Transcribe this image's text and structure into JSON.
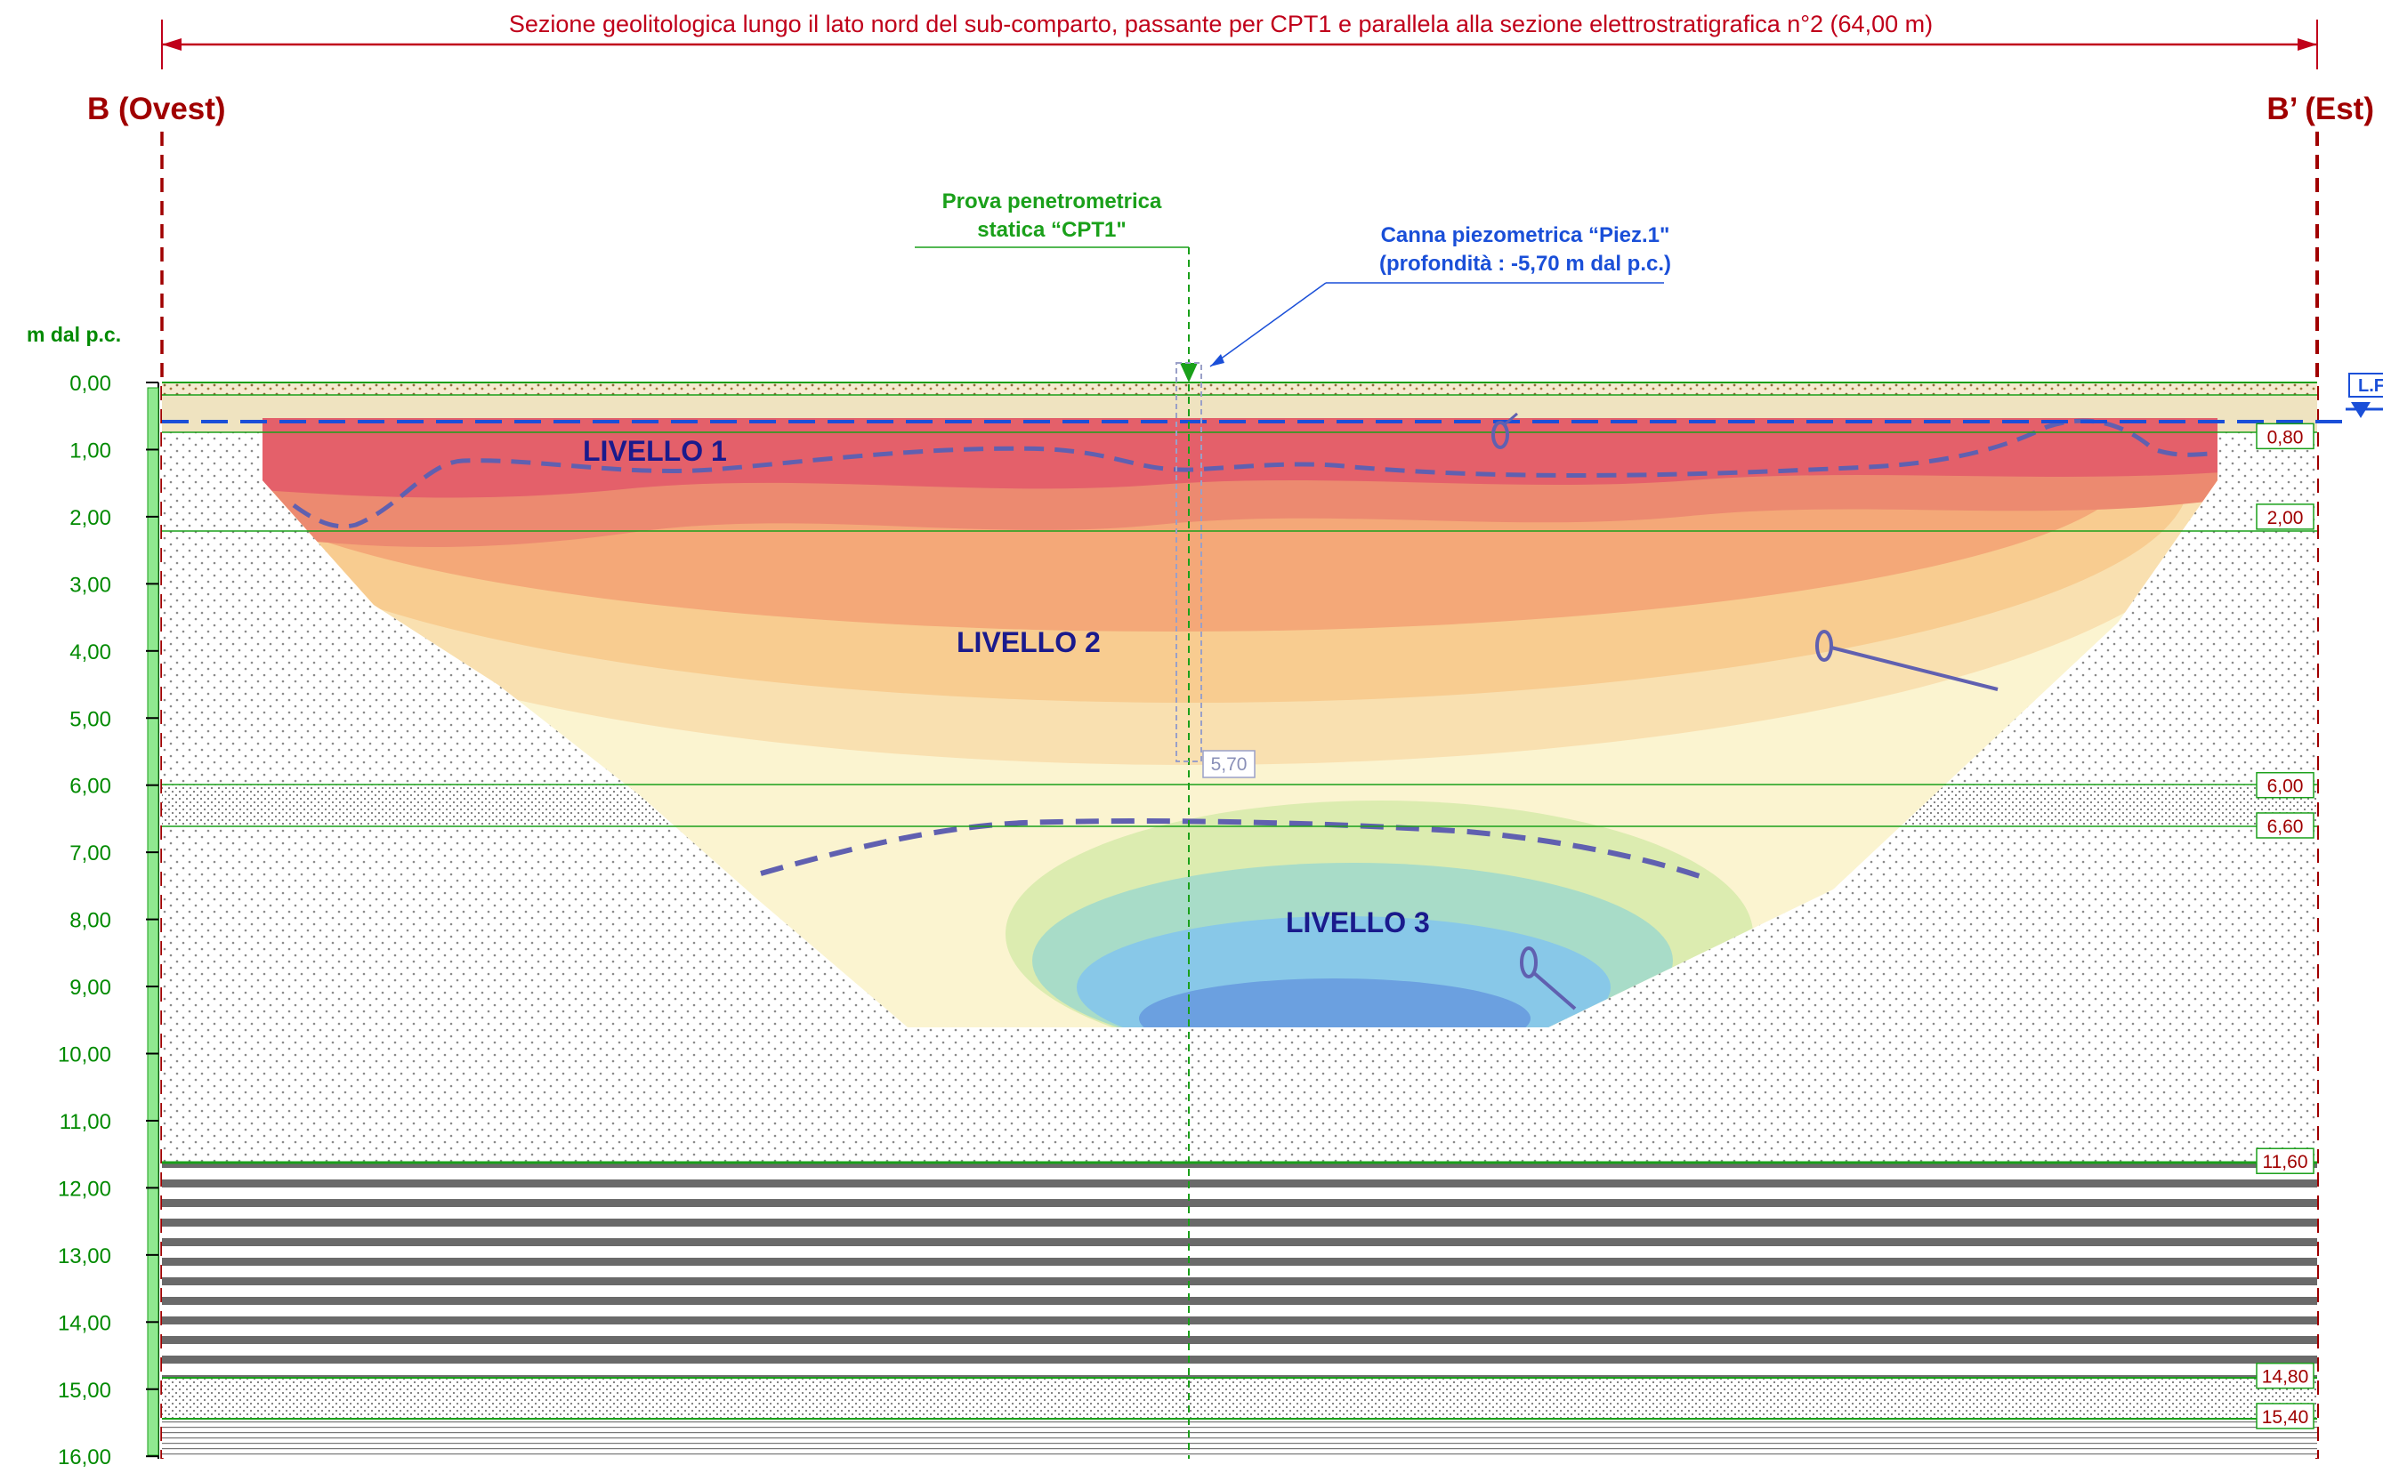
{
  "header": {
    "title": "Sezione geolitologica lungo il lato nord del sub-comparto, passante per CPT1 e parallela alla sezione elettrostratigrafica n°2 (64,00 m)",
    "left_end": "B (Ovest)",
    "right_end": "B’ (Est)"
  },
  "depth_axis": {
    "unit_label": "m dal p.c.",
    "ticks": [
      "0,00",
      "1,00",
      "2,00",
      "3,00",
      "4,00",
      "5,00",
      "6,00",
      "7,00",
      "8,00",
      "9,00",
      "10,00",
      "11,00",
      "12,00",
      "13,00",
      "14,00",
      "15,00",
      "16,00"
    ]
  },
  "instruments": {
    "cpt_label_line1": "Prova penetrometrica",
    "cpt_label_line2": "statica “CPT1\"",
    "piezo_label_line1": "Canna piezometrica “Piez.1\"",
    "piezo_label_line2": "(profondità : -5,70 m dal p.c.)",
    "piezo_depth": "5,70",
    "water_table_label": "L.F."
  },
  "layer_boundaries": [
    {
      "depth": 0.8,
      "label": "0,80"
    },
    {
      "depth": 2.0,
      "label": "2,00"
    },
    {
      "depth": 6.0,
      "label": "6,00"
    },
    {
      "depth": 6.6,
      "label": "6,60"
    },
    {
      "depth": 11.6,
      "label": "11,60"
    },
    {
      "depth": 14.8,
      "label": "14,80"
    },
    {
      "depth": 15.4,
      "label": "15,40"
    }
  ],
  "resistivity_levels": [
    "LIVELLO  1",
    "LIVELLO  2",
    "LIVELLO  3"
  ],
  "colors": {
    "title_red": "#c0001a",
    "boundary_red": "#a00000",
    "axis_green": "#008a00",
    "grid_green": "#1aa01a",
    "piezo_blue": "#1a4fd8",
    "level_navy": "#1a1a8c",
    "dash_purple": "#6060b0",
    "hot": "#e0405a",
    "warm": "#f4a070",
    "cool": "#60a8e8"
  }
}
